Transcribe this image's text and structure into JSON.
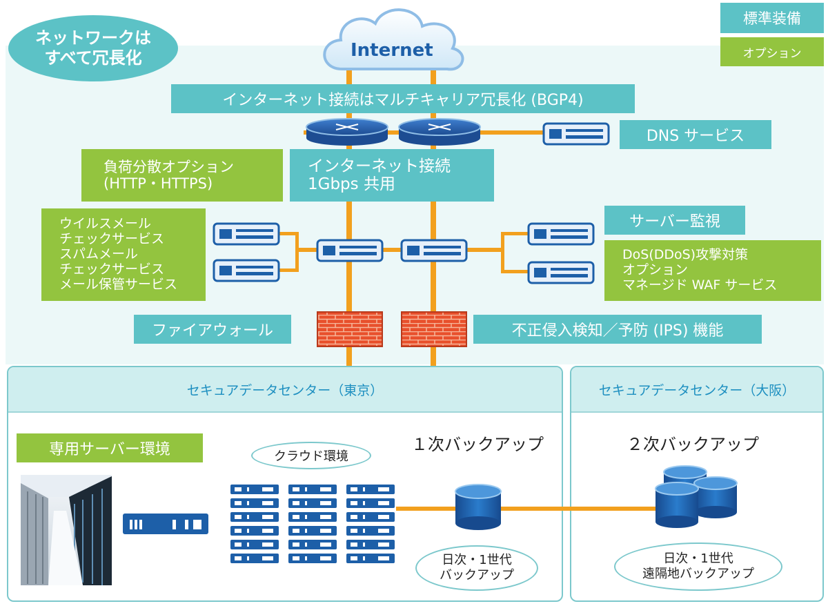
{
  "title_bubble": [
    "ネットワークは",
    "すべて冗長化"
  ],
  "legend": {
    "standard": "標準装備",
    "option": "オプション"
  },
  "internet": "Internet",
  "labels": {
    "bgp": "インターネット接続はマルチキャリア冗長化 (BGP4)",
    "dns": "DNS サービス",
    "load_balance": [
      "負荷分散オプション",
      "(HTTP・HTTPS)"
    ],
    "connection": [
      "インターネット接続",
      "1Gbps 共用"
    ],
    "mail": [
      "ウイルスメール",
      "チェックサービス",
      "スパムメール",
      "チェックサービス",
      "メール保管サービス"
    ],
    "monitoring": "サーバー監視",
    "dos": [
      "DoS(DDoS)攻撃対策",
      "オプション",
      "マネージド WAF サービス"
    ],
    "firewall": "ファイアウォール",
    "ips": "不正侵入検知／予防 (IPS) 機能"
  },
  "datacenters": {
    "tokyo": {
      "header": "セキュアデータセンター（東京）",
      "dedicated": "専用サーバー環境",
      "cloud": "クラウド環境",
      "backup_title": "１次バックアップ",
      "backup_note": [
        "日次・1世代",
        "バックアップ"
      ]
    },
    "osaka": {
      "header": "セキュアデータセンター（大阪）",
      "backup_title": "２次バックアップ",
      "backup_note": [
        "日次・1世代",
        "遠隔地バックアップ"
      ]
    }
  },
  "colors": {
    "standard": "#5cc2c6",
    "option": "#93c43f",
    "line": "#f2a01e",
    "device": "#1d5fa8"
  }
}
